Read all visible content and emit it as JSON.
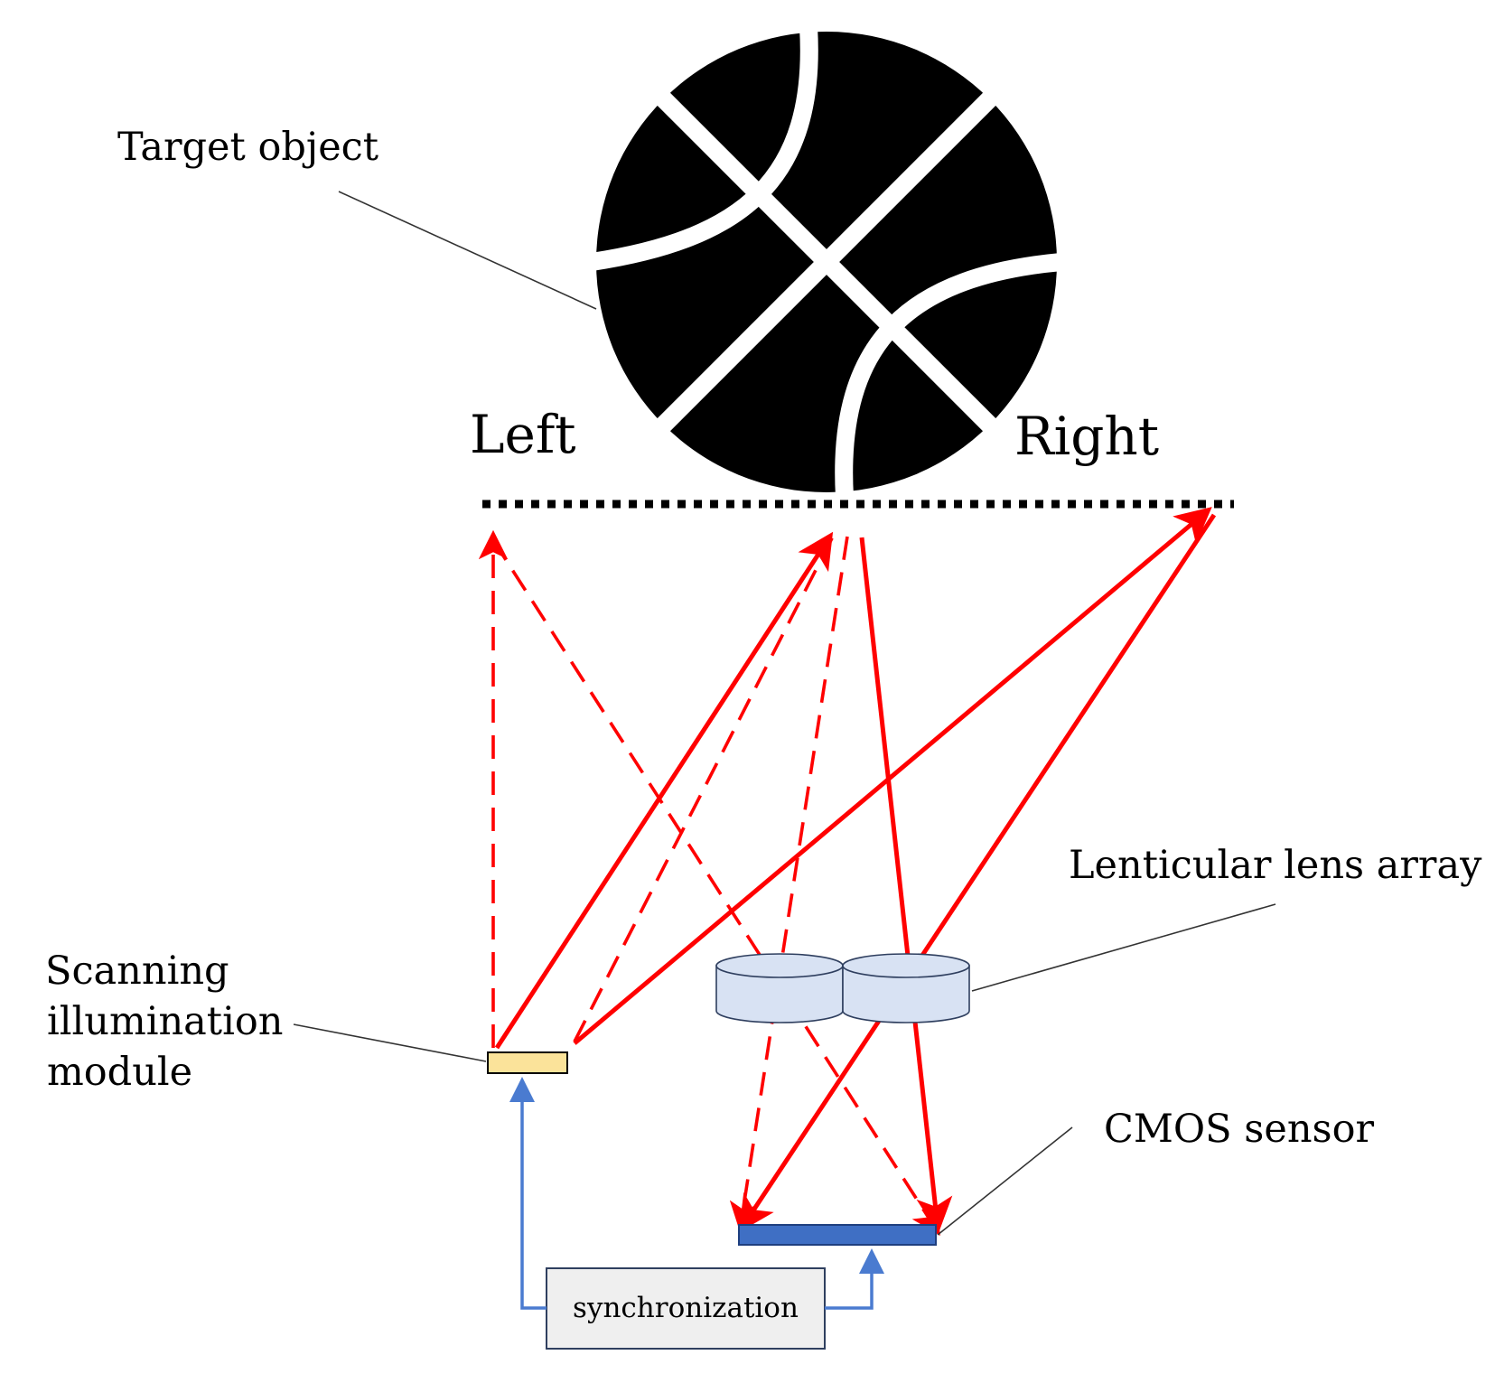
{
  "labels": {
    "target_object": "Target object",
    "left": "Left",
    "right": "Right",
    "lenticular_lens_array": "Lenticular lens array",
    "scanning_illumination_module": [
      "Scanning",
      "illumination",
      "module"
    ],
    "cmos_sensor": "CMOS sensor",
    "synchronization": "synchronization"
  },
  "colors": {
    "ray": "#ff0000",
    "sync": "#4a7bd0",
    "sensor": "#3f6fc4",
    "lens_fill": "#d8e2f3",
    "lens_stroke": "#2f3f5f",
    "illumination_module": "#fbe39a",
    "sync_box": "#efefef"
  },
  "icons": {
    "target_object": "basketball-icon"
  }
}
